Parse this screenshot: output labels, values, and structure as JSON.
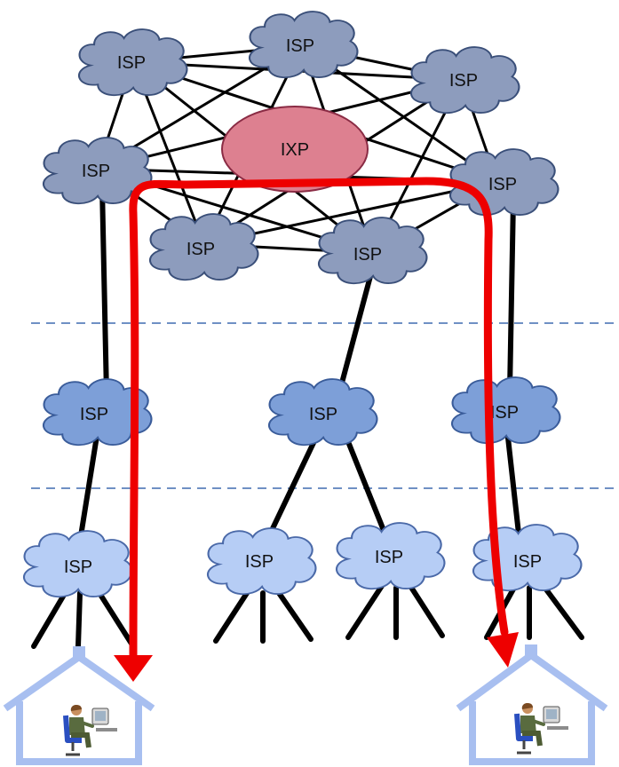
{
  "nodes": {
    "core_isp_1": {
      "label": "ISP",
      "tier": "core"
    },
    "core_isp_2": {
      "label": "ISP",
      "tier": "core"
    },
    "core_isp_3": {
      "label": "ISP",
      "tier": "core"
    },
    "core_isp_4": {
      "label": "ISP",
      "tier": "core"
    },
    "core_isp_5": {
      "label": "ISP",
      "tier": "core"
    },
    "core_isp_6": {
      "label": "ISP",
      "tier": "core"
    },
    "core_isp_7": {
      "label": "ISP",
      "tier": "core"
    },
    "ixp": {
      "label": "IXP",
      "tier": "core"
    },
    "regional_isp_1": {
      "label": "ISP",
      "tier": "regional"
    },
    "regional_isp_2": {
      "label": "ISP",
      "tier": "regional"
    },
    "regional_isp_3": {
      "label": "ISP",
      "tier": "regional"
    },
    "access_isp_1": {
      "label": "ISP",
      "tier": "access"
    },
    "access_isp_2": {
      "label": "ISP",
      "tier": "access"
    },
    "access_isp_3": {
      "label": "ISP",
      "tier": "access"
    },
    "access_isp_4": {
      "label": "ISP",
      "tier": "access"
    }
  },
  "homes": [
    "home-left",
    "home-right"
  ],
  "colors": {
    "core_cloud": "#8d9cbd",
    "regional_cloud": "#7d9fd8",
    "access_cloud": "#b6cdf5",
    "ixp": "#dd8090",
    "route": "#ee0000",
    "house": "#a8bff0",
    "tier_divider": "#6f90c4",
    "links": "#000000"
  }
}
